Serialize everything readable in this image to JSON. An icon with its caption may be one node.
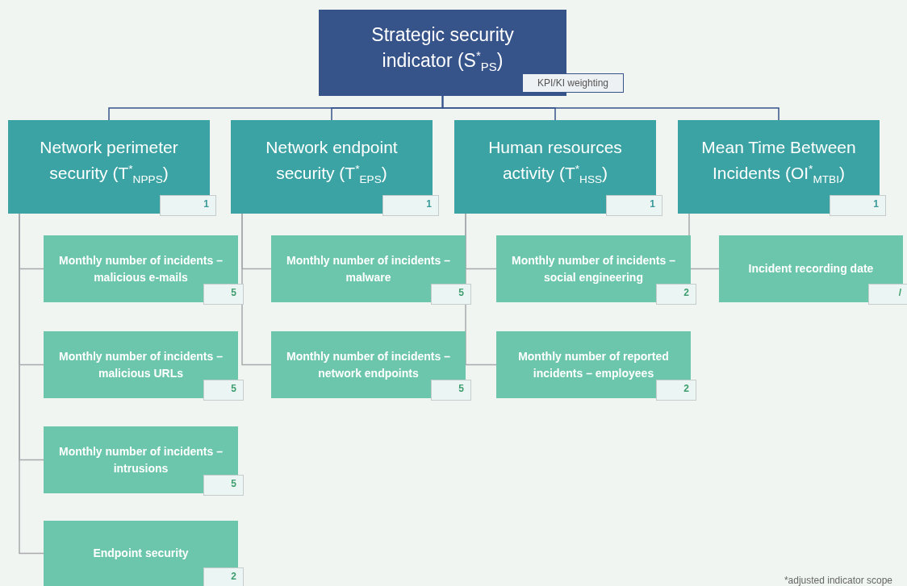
{
  "diagram": {
    "nodes": [
      {
        "text": [
          "Strategic security indicator (S$^{*}$$_{PS}$)"
        ]
      },
      {
        "text": [
          "KPI/KI weighting"
        ]
      },
      {
        "text": [
          "Network perimeter security (T$^{*}$$_{NPPS}$)",
          "1"
        ]
      },
      {
        "text": [
          "Network endpoint security (T$^{*}$$_{EPS}$)",
          "1"
        ]
      },
      {
        "text": [
          "Human resources activity (T$^{*}$$_{HSS}$)",
          "1"
        ]
      },
      {
        "text": [
          "Mean Time Between Incidents (OI$^{*}$$_{MTBI}$)",
          "1"
        ]
      },
      {
        "text": [
          "Monthly number of incidents – malicious e-mails",
          "5"
        ]
      },
      {
        "text": [
          "Monthly number of incidents – malicious URLs",
          "5"
        ]
      },
      {
        "text": [
          "Monthly number of incidents – intrusions",
          "5"
        ]
      },
      {
        "text": [
          "Endpoint security",
          "2"
        ]
      },
      {
        "text": [
          "Monthly number of incidents – malware",
          "5"
        ]
      },
      {
        "text": [
          "Monthly number of incidents – network endpoints",
          "5"
        ]
      },
      {
        "text": [
          "Monthly number of incidents – social engineering",
          "2"
        ]
      },
      {
        "text": [
          "Monthly number of reported incidents – employees",
          "2"
        ]
      },
      {
        "text": [
          "Incident recording date",
          "/"
        ]
      }
    ],
    "edges": [
      {
        "from": 0,
        "to": 2,
        "arrow": "none",
        "color": "#36538a"
      },
      {
        "from": 0,
        "to": 3,
        "arrow": "none",
        "color": "#36538a"
      },
      {
        "from": 0,
        "to": 4,
        "arrow": "none",
        "color": "#36538a"
      },
      {
        "from": 0,
        "to": 5,
        "arrow": "none",
        "color": "#36538a"
      },
      {
        "from": 2,
        "to": 6,
        "arrow": "none"
      },
      {
        "from": 2,
        "to": 7,
        "arrow": "none"
      },
      {
        "from": 2,
        "to": 8,
        "arrow": "none"
      },
      {
        "from": 2,
        "to": 9,
        "arrow": "none"
      },
      {
        "from": 3,
        "to": 10,
        "arrow": "none"
      },
      {
        "from": 3,
        "to": 11,
        "arrow": "none"
      },
      {
        "from": 4,
        "to": 12,
        "arrow": "none"
      },
      {
        "from": 4,
        "to": 13,
        "arrow": "none"
      },
      {
        "from": 5,
        "to": 14,
        "arrow": "none"
      }
    ],
    "labels": [
      "*adjusted indicator scope"
    ]
  }
}
